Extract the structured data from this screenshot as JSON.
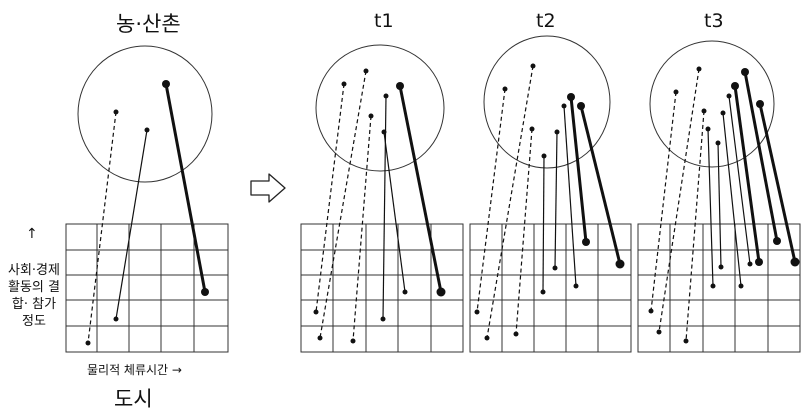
{
  "labels": {
    "rural": "농·산촌",
    "city": "도시",
    "t1": "t1",
    "t2": "t2",
    "t3": "t3",
    "y_arrow": "↑",
    "y_axis": "사회·경제 활동의 결합· 참가 정도",
    "x_axis": "물리적 체류시간 →"
  },
  "colors": {
    "line": "#111111",
    "grid": "#333333"
  }
}
